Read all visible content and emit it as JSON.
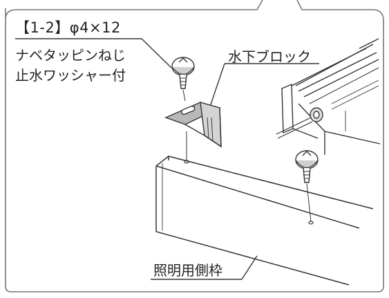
{
  "callouts": {
    "screw_code": "【1-2】φ4×12",
    "screw_name_line1": "ナベタッピンねじ",
    "screw_name_line2": "止水ワッシャー付",
    "block_name": "水下ブロック",
    "frame_name": "照明用側枠"
  },
  "colors": {
    "line": "#333333",
    "frame_border": "#777777",
    "background": "#ffffff"
  }
}
